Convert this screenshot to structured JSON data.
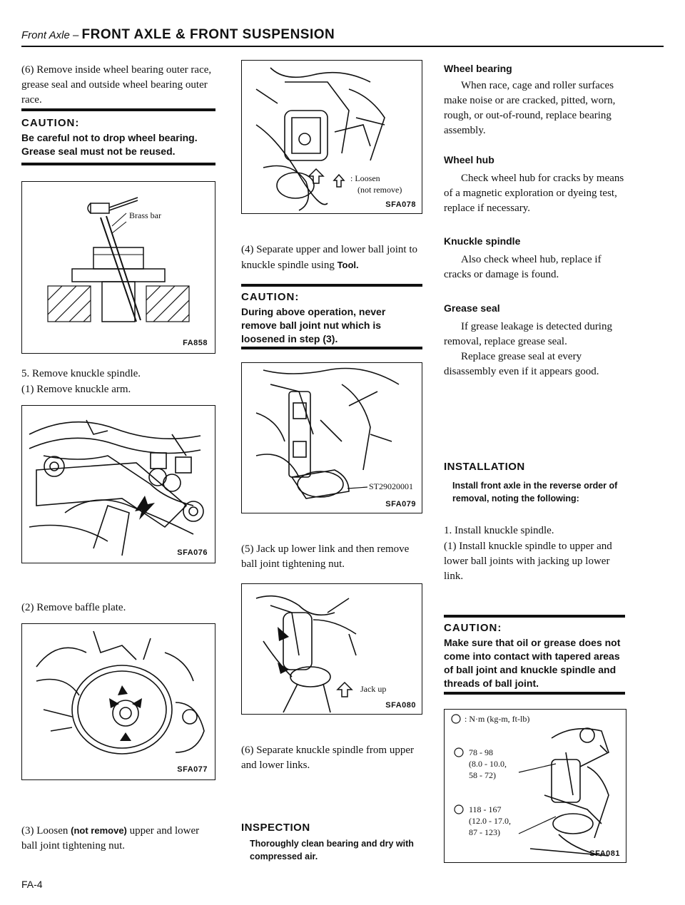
{
  "header": {
    "section": "Front Axle",
    "dash": " – ",
    "title": "FRONT AXLE & FRONT SUSPENSION"
  },
  "col1": {
    "step6": "(6) Remove inside wheel bearing outer race, grease seal and outside wheel bearing outer race.",
    "caution_heading": "CAUTION:",
    "caution_text": "Be careful not to drop wheel bearing. Grease seal must not be reused.",
    "fig1_label": "Brass bar",
    "fig1_code": "FA858",
    "step5": "5. Remove knuckle spindle.",
    "step5_1": "(1) Remove knuckle arm.",
    "fig2_code": "SFA076",
    "step2": "(2) Remove baffle plate.",
    "fig3_code": "SFA077",
    "step3_a": "(3) Loosen ",
    "step3_bold": "(not remove)",
    "step3_b": " upper and lower ball joint tightening nut."
  },
  "col2": {
    "fig4_label1": ": Loosen",
    "fig4_label2": "(not remove)",
    "fig4_code": "SFA078",
    "step4_a": "(4) Separate upper and lower ball joint to knuckle spindle using ",
    "step4_bold": "Tool.",
    "caution_heading": "CAUTION:",
    "caution_text": "During above operation, never remove ball joint nut which is loosened in step (3).",
    "fig5_label": "ST29020001",
    "fig5_code": "SFA079",
    "step5": "(5) Jack up lower link and then remove ball joint tightening nut.",
    "fig6_label": "Jack up",
    "fig6_code": "SFA080",
    "step6": "(6) Separate knuckle spindle from upper and lower links.",
    "inspection_heading": "INSPECTION",
    "inspection_text": "Thoroughly clean bearing and dry with compressed air."
  },
  "col3": {
    "wheel_bearing_h": "Wheel bearing",
    "wheel_bearing_t": "When race, cage and roller surfaces make noise or are cracked, pitted, worn, rough, or out-of-round, replace bearing assembly.",
    "wheel_hub_h": "Wheel hub",
    "wheel_hub_t": "Check wheel hub for cracks by means of a magnetic exploration or dyeing test, replace if necessary.",
    "knuckle_h": "Knuckle spindle",
    "knuckle_t": "Also check wheel hub, replace if cracks or damage is found.",
    "grease_h": "Grease seal",
    "grease_t1": "If grease leakage is detected during removal, replace grease seal.",
    "grease_t2": "Replace grease seal at every disassembly even if it appears good.",
    "installation_h": "INSTALLATION",
    "installation_t": "Install front axle in the reverse order of removal, noting the following:",
    "step1": "1. Install knuckle spindle.",
    "step1_1": "(1) Install knuckle spindle to upper and lower ball joints with jacking up lower link.",
    "caution_heading": "CAUTION:",
    "caution_text": "Make sure that oil or grease does not come into contact with tapered areas of ball joint and knuckle spindle and threads of ball joint.",
    "fig7_unit": ": N·m (kg-m, ft-lb)",
    "fig7_t1a": "78 - 98",
    "fig7_t1b": "(8.0 - 10.0,",
    "fig7_t1c": "58 - 72)",
    "fig7_t2a": "118 - 167",
    "fig7_t2b": "(12.0 - 17.0,",
    "fig7_t2c": "87 - 123)",
    "fig7_code": "SFA081"
  },
  "footer": {
    "page_number": "FA-4"
  }
}
